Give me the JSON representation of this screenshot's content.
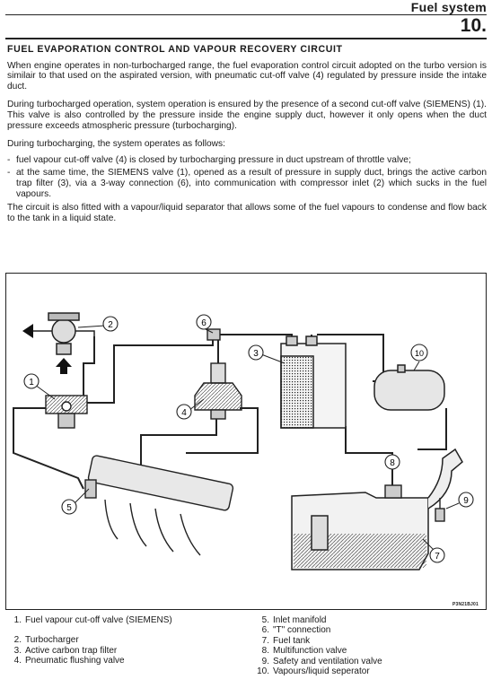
{
  "header": {
    "title": "Fuel system",
    "section": "10."
  },
  "content": {
    "heading": "FUEL EVAPORATION CONTROL AND VAPOUR RECOVERY CIRCUIT",
    "p1": "When engine operates in non-turbocharged range, the fuel evaporation control circuit adopted on the turbo version is similair to that used on the aspirated version, with pneumatic cut-off valve (4) regulated by pressure inside the intake duct.",
    "p2": "During turbocharged operation, system operation is ensured by the presence of a second cut-off valve (SIEMENS) (1). This valve is also controlled by the pressure inside the engine supply duct, however it only opens when the duct pressure exceeds atmospheric pressure (turbocharging).",
    "p3": "During turbocharging, the system operates as follows:",
    "bullets": [
      "fuel vapour cut-off valve (4) is closed by turbocharging pressure in duct upstream of throttle valve;",
      "at the same time, the SIEMENS valve (1), opened as a result of pressure in supply duct, brings the active carbon trap filter (3), via a 3-way connection (6), into communication with compressor inlet (2) which sucks in the fuel vapours."
    ],
    "p4": "The circuit is also fitted with a vapour/liquid separator that allows some of the fuel vapours to condense and flow back to the tank in a liquid state."
  },
  "figure": {
    "code": "P3N21BJ01",
    "callouts": [
      "1",
      "2",
      "3",
      "4",
      "5",
      "6",
      "7",
      "8",
      "9",
      "10"
    ]
  },
  "legend": {
    "left": [
      {
        "num": "1.",
        "label": "Fuel vapour cut-off valve (SIEMENS)"
      },
      {
        "num": "2.",
        "label": "Turbocharger"
      },
      {
        "num": "3.",
        "label": "Active carbon trap filter"
      },
      {
        "num": "4.",
        "label": "Pneumatic flushing valve"
      }
    ],
    "right": [
      {
        "num": "5.",
        "label": "Inlet manifold"
      },
      {
        "num": "6.",
        "label": "\"T\" connection"
      },
      {
        "num": "7.",
        "label": "Fuel tank"
      },
      {
        "num": "8.",
        "label": "Multifunction valve"
      },
      {
        "num": "9.",
        "label": "Safety and ventilation valve"
      },
      {
        "num": "10.",
        "label": "Vapours/liquid seperator"
      }
    ]
  }
}
